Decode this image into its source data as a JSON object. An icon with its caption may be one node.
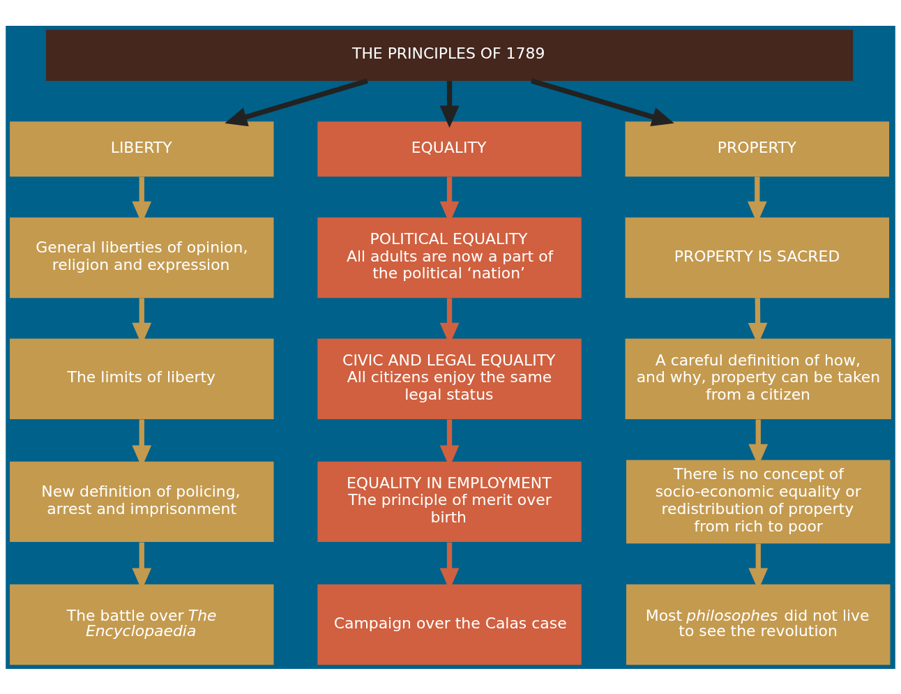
{
  "diagram": {
    "nodes": [
      {
        "text": [
          "THE PRINCIPLES OF 1789"
        ]
      },
      {
        "text": [
          "LIBERTY"
        ]
      },
      {
        "text": [
          "EQUALITY"
        ]
      },
      {
        "text": [
          "PROPERTY"
        ]
      },
      {
        "text": [
          "General liberties of opinion, religion and expression"
        ]
      },
      {
        "text": [
          "POLITICAL EQUALITY",
          "All adults are now a part of the political ‘nation’"
        ]
      },
      {
        "text": [
          "PROPERTY IS SACRED"
        ]
      },
      {
        "text": [
          "The limits of liberty"
        ]
      },
      {
        "text": [
          "CIVIC AND LEGAL EQUALITY",
          "All citizens enjoy the same legal status"
        ]
      },
      {
        "text": [
          "A careful definition of how, and why, property can be taken from a citizen"
        ]
      },
      {
        "text": [
          "New definition of policing, arrest and imprisonment"
        ]
      },
      {
        "text": [
          "EQUALITY IN EMPLOYMENT",
          "The principle of merit over birth"
        ]
      },
      {
        "text": [
          "There is no concept of socio-economic equality or redistribution of property from rich to poor"
        ]
      },
      {
        "text": [
          "The battle over *The Encyclopaedia*"
        ]
      },
      {
        "text": [
          "Campaign over the Calas case"
        ]
      },
      {
        "text": [
          "Most *philosophes* did not live to see the revolution"
        ]
      }
    ],
    "edges": [
      {
        "from": 0,
        "to": 1,
        "arrow": "to",
        "color": "#222222"
      },
      {
        "from": 0,
        "to": 2,
        "arrow": "to",
        "color": "#222222"
      },
      {
        "from": 0,
        "to": 3,
        "arrow": "to",
        "color": "#222222"
      },
      {
        "from": 1,
        "to": 4,
        "arrow": "to"
      },
      {
        "from": 2,
        "to": 5,
        "arrow": "to",
        "color": "#d0603f"
      },
      {
        "from": 3,
        "to": 6,
        "arrow": "to"
      },
      {
        "from": 4,
        "to": 7,
        "arrow": "to"
      },
      {
        "from": 5,
        "to": 8,
        "arrow": "to",
        "color": "#d0603f"
      },
      {
        "from": 6,
        "to": 9,
        "arrow": "to"
      },
      {
        "from": 7,
        "to": 10,
        "arrow": "to"
      },
      {
        "from": 8,
        "to": 11,
        "arrow": "to",
        "color": "#d0603f"
      },
      {
        "from": 9,
        "to": 12,
        "arrow": "to"
      },
      {
        "from": 10,
        "to": 13,
        "arrow": "to"
      },
      {
        "from": 11,
        "to": 14,
        "arrow": "to",
        "color": "#d0603f"
      },
      {
        "from": 12,
        "to": 15,
        "arrow": "to"
      }
    ]
  }
}
